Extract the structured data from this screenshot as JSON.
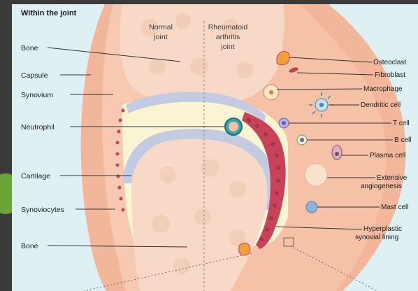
{
  "title": "Within the joint",
  "columns": {
    "normal": [
      "Normal",
      "joint"
    ],
    "ra": [
      "Rheumatoid",
      "arthritis",
      "joint"
    ]
  },
  "left_labels": {
    "bone_top": "Bone",
    "capsule": "Capsule",
    "synovium": "Synovium",
    "neutrophil": "Neutrophil",
    "cartilage": "Cartilage",
    "synoviocytes": "Synoviocytes",
    "bone_bottom": "Bone"
  },
  "right_labels": {
    "osteoclast": "Osteoclast",
    "fibroblast": "Fibroblast",
    "macrophage": "Macrophage",
    "dendritic": "Dendritic cell",
    "tcell": "T cell",
    "bcell": "B cell",
    "plasma": "Plasma cell",
    "angio": [
      "Extensive",
      "angiogenesis"
    ],
    "mast": "Mast cell",
    "hyper": [
      "Hyperplastic",
      "synovial lining"
    ]
  },
  "colors": {
    "background_panel": "#dff0f4",
    "capsule": "#f2b79a",
    "synovial_fluid": "#fbf4d2",
    "cartilage": "#c3cbe3",
    "bone": "#f8d8c6",
    "pannus": "#c8435a",
    "side_button": "#6aa637"
  }
}
